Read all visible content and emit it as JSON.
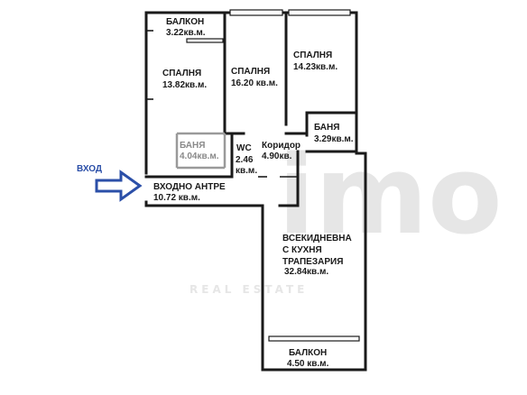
{
  "entrance": {
    "label": "ВХОД",
    "arrow_color": "#2b4fa8"
  },
  "rooms": {
    "balcony_top": {
      "name": "БАЛКОН",
      "area": "3.22кв.м."
    },
    "bedroom_1": {
      "name": "СПАЛНЯ",
      "area": "13.82кв.м."
    },
    "bedroom_2": {
      "name": "СПАЛНЯ",
      "area": "16.20 кв.м."
    },
    "bedroom_3": {
      "name": "СПАЛНЯ",
      "area": "14.23кв.м."
    },
    "bathroom_1": {
      "name": "БАНЯ",
      "area": "3.29кв.м."
    },
    "bathroom_2": {
      "name": "БАНЯ",
      "area": "4.04кв.м."
    },
    "wc": {
      "name": "WC",
      "area_line1": "2.46",
      "area_line2": "кв.м."
    },
    "corridor": {
      "name": "Коридор",
      "area": "4.90кв."
    },
    "entrance_hall": {
      "name": "ВХОДНО АНТРЕ",
      "area": "10.72 кв.м."
    },
    "living_room": {
      "line1": "ВСЕКИДНЕВНА",
      "line2": "С КУХНЯ",
      "line3": "ТРАПЕЗАРИЯ",
      "area": "32.84кв.м."
    },
    "balcony_bottom": {
      "name": "БАЛКОН",
      "area": "4.50 кв.м."
    }
  },
  "watermark": {
    "text": "imo",
    "subtext": "REAL ESTATE"
  }
}
